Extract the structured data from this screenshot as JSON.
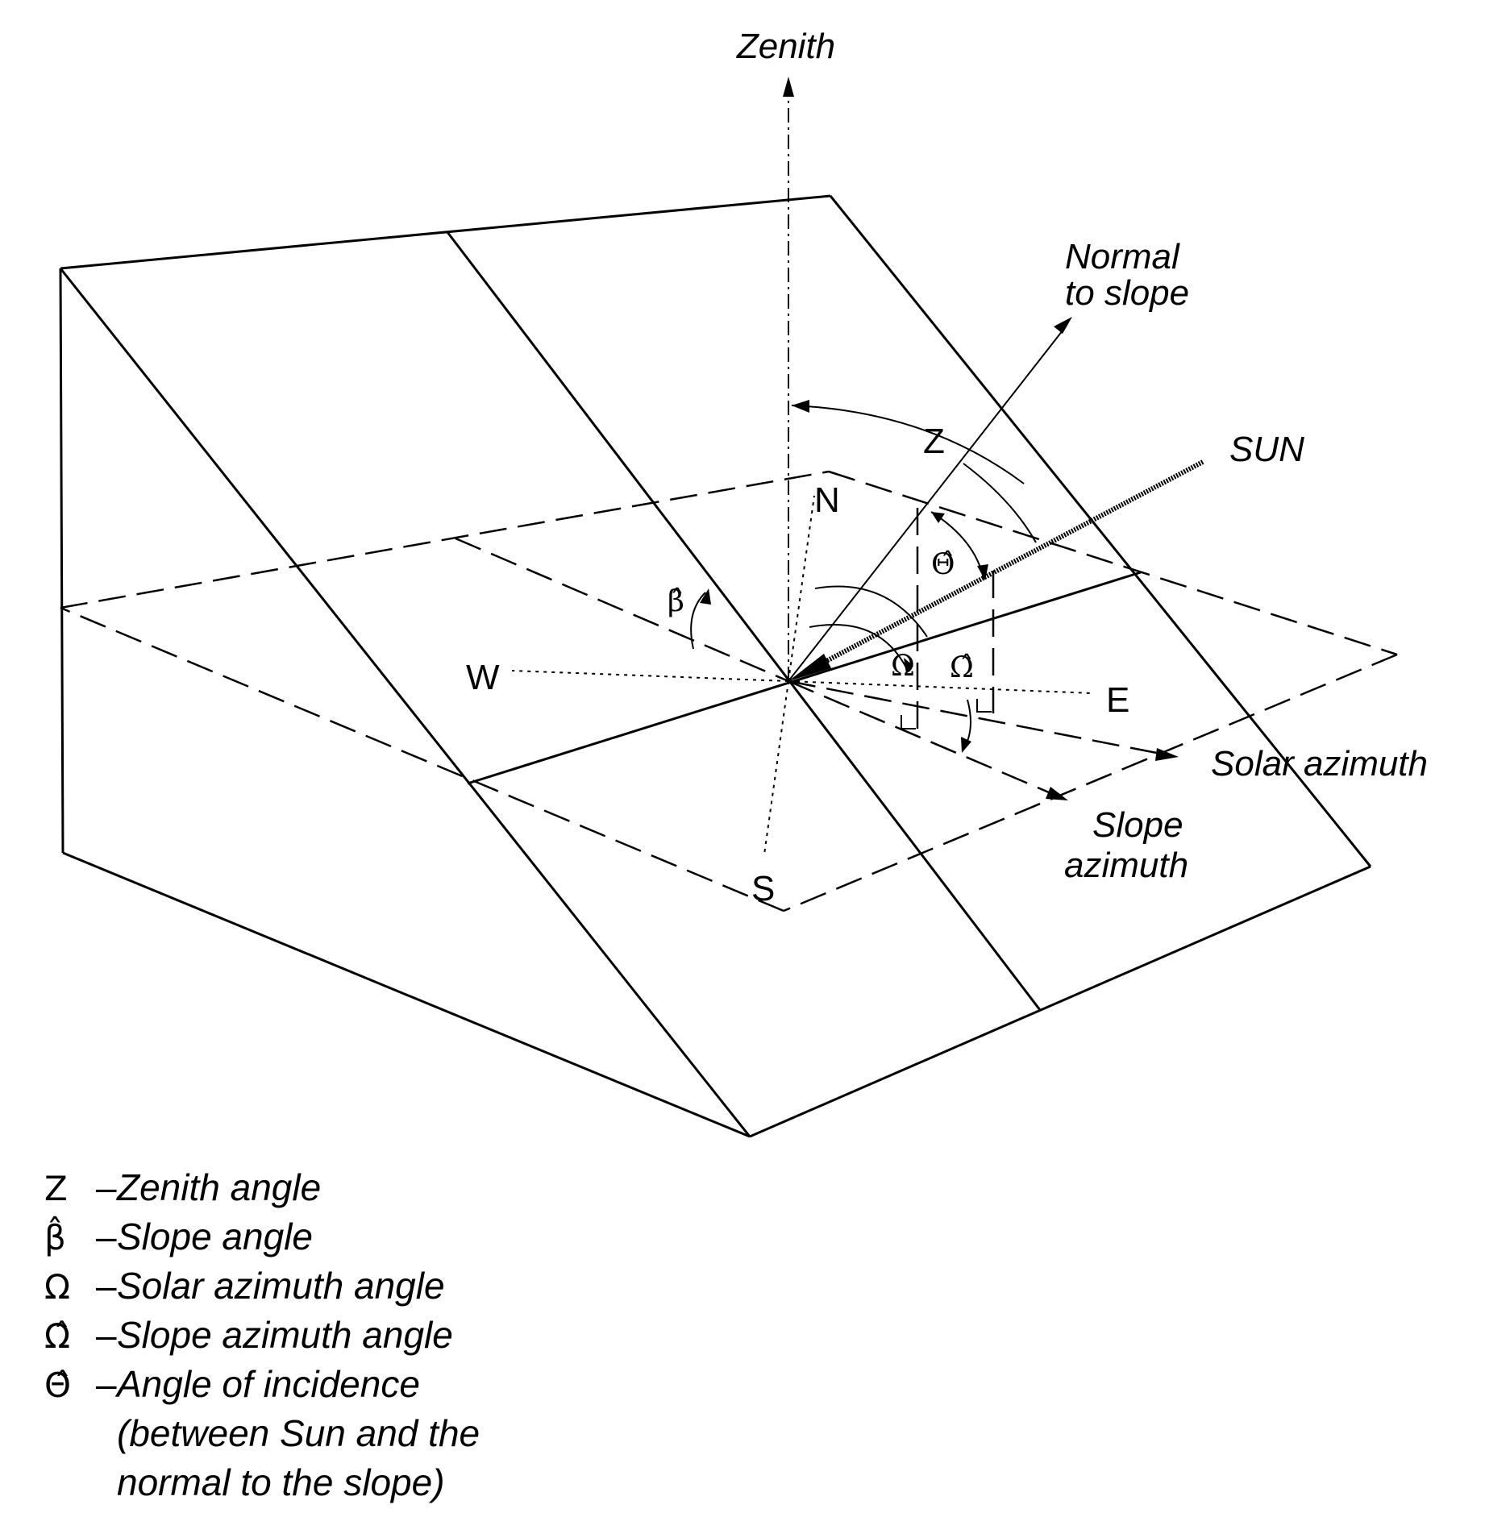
{
  "labels": {
    "zenith": "Zenith",
    "normal_line1": "Normal",
    "normal_line2": "to slope",
    "sun": "SUN",
    "z": "Z",
    "north": "N",
    "south": "S",
    "east": "E",
    "west": "W",
    "solar_azimuth": "Solar azimuth",
    "slope_azimuth_line1": "Slope",
    "slope_azimuth_line2": "azimuth",
    "beta_hat": "β̂",
    "omega": "Ω",
    "omega_hat": "Ω̂",
    "theta_hat": "Θ̂"
  },
  "legend": [
    {
      "symbol": "Z",
      "text": "Zenith angle"
    },
    {
      "symbol": "β̂",
      "text": "Slope angle"
    },
    {
      "symbol": "Ω",
      "text": "Solar azimuth angle"
    },
    {
      "symbol": "Ω̂",
      "text": "Slope azimuth angle"
    },
    {
      "symbol": "Θ̂",
      "text": "Angle of incidence"
    }
  ],
  "legend_continuation": [
    "(between Sun and the",
    "normal to the slope)"
  ]
}
